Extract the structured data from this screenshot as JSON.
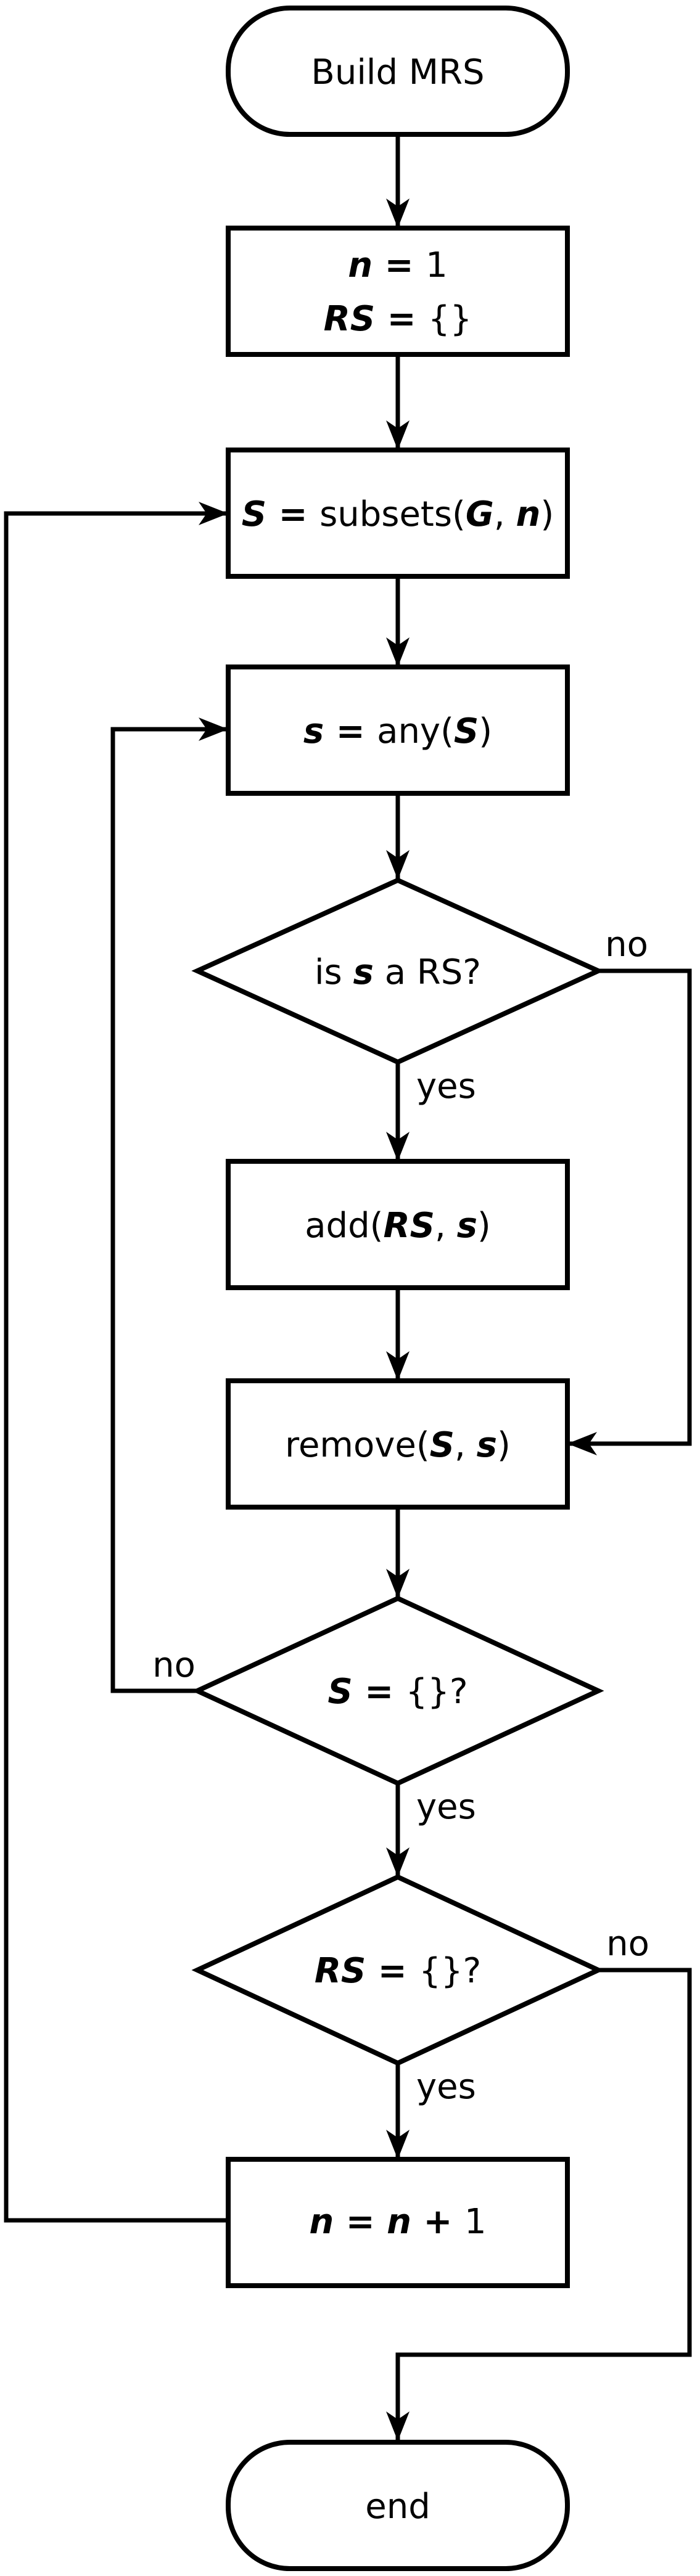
{
  "diagram": {
    "background": "#ffffff",
    "stroke_color": "#000000",
    "nodes": {
      "start": {
        "type": "terminal",
        "parts": [
          {
            "t": "Build MRS",
            "s": "p"
          }
        ]
      },
      "init": {
        "type": "process",
        "line1": [
          {
            "t": "n",
            "s": "v"
          },
          {
            "t": " = ",
            "s": "o"
          },
          {
            "t": "1",
            "s": "p"
          }
        ],
        "line2": [
          {
            "t": "RS",
            "s": "v"
          },
          {
            "t": " = ",
            "s": "o"
          },
          {
            "t": "{}",
            "s": "p"
          }
        ]
      },
      "subsets": {
        "type": "process",
        "parts": [
          {
            "t": "S",
            "s": "v"
          },
          {
            "t": " = ",
            "s": "o"
          },
          {
            "t": "subsets(",
            "s": "p"
          },
          {
            "t": "G",
            "s": "v"
          },
          {
            "t": ", ",
            "s": "p"
          },
          {
            "t": "n",
            "s": "v"
          },
          {
            "t": ")",
            "s": "p"
          }
        ]
      },
      "any": {
        "type": "process",
        "parts": [
          {
            "t": "s",
            "s": "v"
          },
          {
            "t": " = ",
            "s": "o"
          },
          {
            "t": "any(",
            "s": "p"
          },
          {
            "t": "S",
            "s": "v"
          },
          {
            "t": ")",
            "s": "p"
          }
        ]
      },
      "is_rs": {
        "type": "decision",
        "parts": [
          {
            "t": "is ",
            "s": "p"
          },
          {
            "t": "s",
            "s": "v"
          },
          {
            "t": " a RS?",
            "s": "p"
          }
        ]
      },
      "add": {
        "type": "process",
        "parts": [
          {
            "t": "add(",
            "s": "p"
          },
          {
            "t": "RS",
            "s": "v"
          },
          {
            "t": ", ",
            "s": "p"
          },
          {
            "t": "s",
            "s": "v"
          },
          {
            "t": ")",
            "s": "p"
          }
        ]
      },
      "remove": {
        "type": "process",
        "parts": [
          {
            "t": "remove(",
            "s": "p"
          },
          {
            "t": "S",
            "s": "v"
          },
          {
            "t": ", ",
            "s": "p"
          },
          {
            "t": "s",
            "s": "v"
          },
          {
            "t": ")",
            "s": "p"
          }
        ]
      },
      "s_empty": {
        "type": "decision",
        "parts": [
          {
            "t": "S",
            "s": "v"
          },
          {
            "t": " = ",
            "s": "o"
          },
          {
            "t": "{}?",
            "s": "p"
          }
        ]
      },
      "rs_empty": {
        "type": "decision",
        "parts": [
          {
            "t": "RS",
            "s": "v"
          },
          {
            "t": " = ",
            "s": "o"
          },
          {
            "t": "{}?",
            "s": "p"
          }
        ]
      },
      "incr": {
        "type": "process",
        "parts": [
          {
            "t": "n",
            "s": "v"
          },
          {
            "t": " = ",
            "s": "o"
          },
          {
            "t": "n",
            "s": "v"
          },
          {
            "t": " + ",
            "s": "o"
          },
          {
            "t": "1",
            "s": "p"
          }
        ]
      },
      "end": {
        "type": "terminal",
        "parts": [
          {
            "t": "end",
            "s": "p"
          }
        ]
      }
    },
    "edge_labels": {
      "yes1": "yes",
      "no1": "no",
      "yes2": "yes",
      "no2": "no",
      "yes3": "yes",
      "no3": "no"
    }
  }
}
